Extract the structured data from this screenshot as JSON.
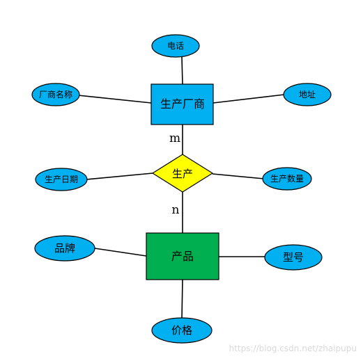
{
  "entities": {
    "manufacturer": {
      "label": "生产厂商",
      "fill": "#00B0F0"
    },
    "product": {
      "label": "产品",
      "fill": "#00B050"
    }
  },
  "relationship": {
    "label": "生产",
    "fill": "#FFFF00"
  },
  "attributes": {
    "phone": "电话",
    "manufacturer_name": "厂商名称",
    "address": "地址",
    "production_date": "生产日期",
    "production_quantity": "生产数量",
    "brand": "品牌",
    "model": "型号",
    "price": "价格"
  },
  "attribute_fill": "#00B0F0",
  "cardinality": {
    "manufacturer_side": "m",
    "product_side": "n"
  },
  "watermark": "https://blog.csdn.net/zhaipupu"
}
